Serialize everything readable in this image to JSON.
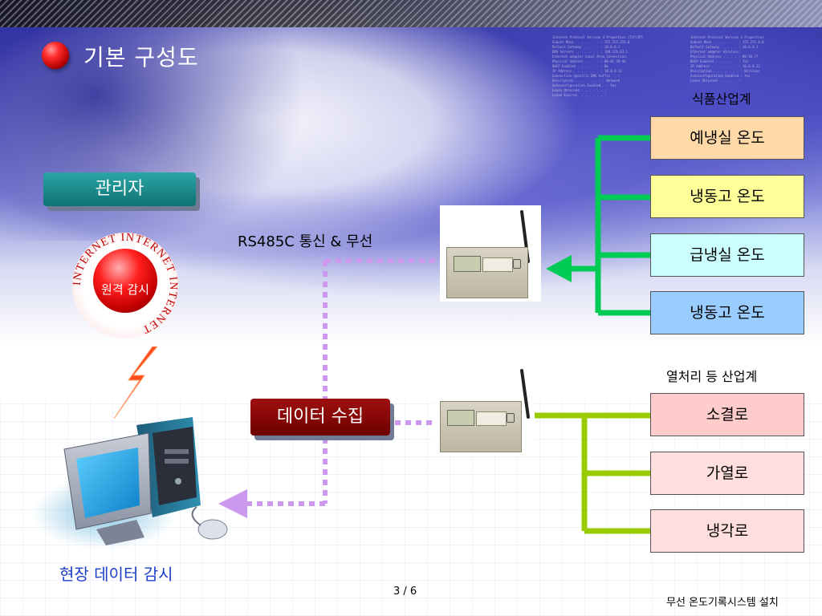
{
  "title": "기본 구성도",
  "admin_label": "관리자",
  "internet": {
    "center_label": "원격 감시",
    "ring_text": "INTERNET INTERNET INTERNET"
  },
  "connection_label": "RS485C 통신 & 무선",
  "collect_label": "데이터 수집",
  "site_monitor_label": "현장 데이터 감시",
  "food_group": {
    "title": "식품산업계",
    "items": [
      {
        "name": "예냉실",
        "suffix": "온도",
        "color": "#ffd9a8"
      },
      {
        "name": "냉동고",
        "suffix": "온도",
        "color": "#ffff99"
      },
      {
        "name": "급냉실",
        "suffix": "온도",
        "color": "#ccffff"
      },
      {
        "name": "냉동고",
        "suffix": "온도",
        "color": "#99ccff"
      }
    ]
  },
  "heat_group": {
    "title": "열처리 등 산업계",
    "items": [
      {
        "name": "소결로",
        "color": "#ffcccc"
      },
      {
        "name": "가열로",
        "color": "#ffdede"
      },
      {
        "name": "냉각로",
        "color": "#ffdede"
      }
    ]
  },
  "colors": {
    "food_line": "#00cc55",
    "heat_line": "#99cc00",
    "dotted_line": "#cc99ee",
    "admin_button": "#1a8a8b",
    "collect_button": "#8b0000"
  },
  "page": "3 / 6",
  "footer": "무선 온도기록시스템 설치"
}
